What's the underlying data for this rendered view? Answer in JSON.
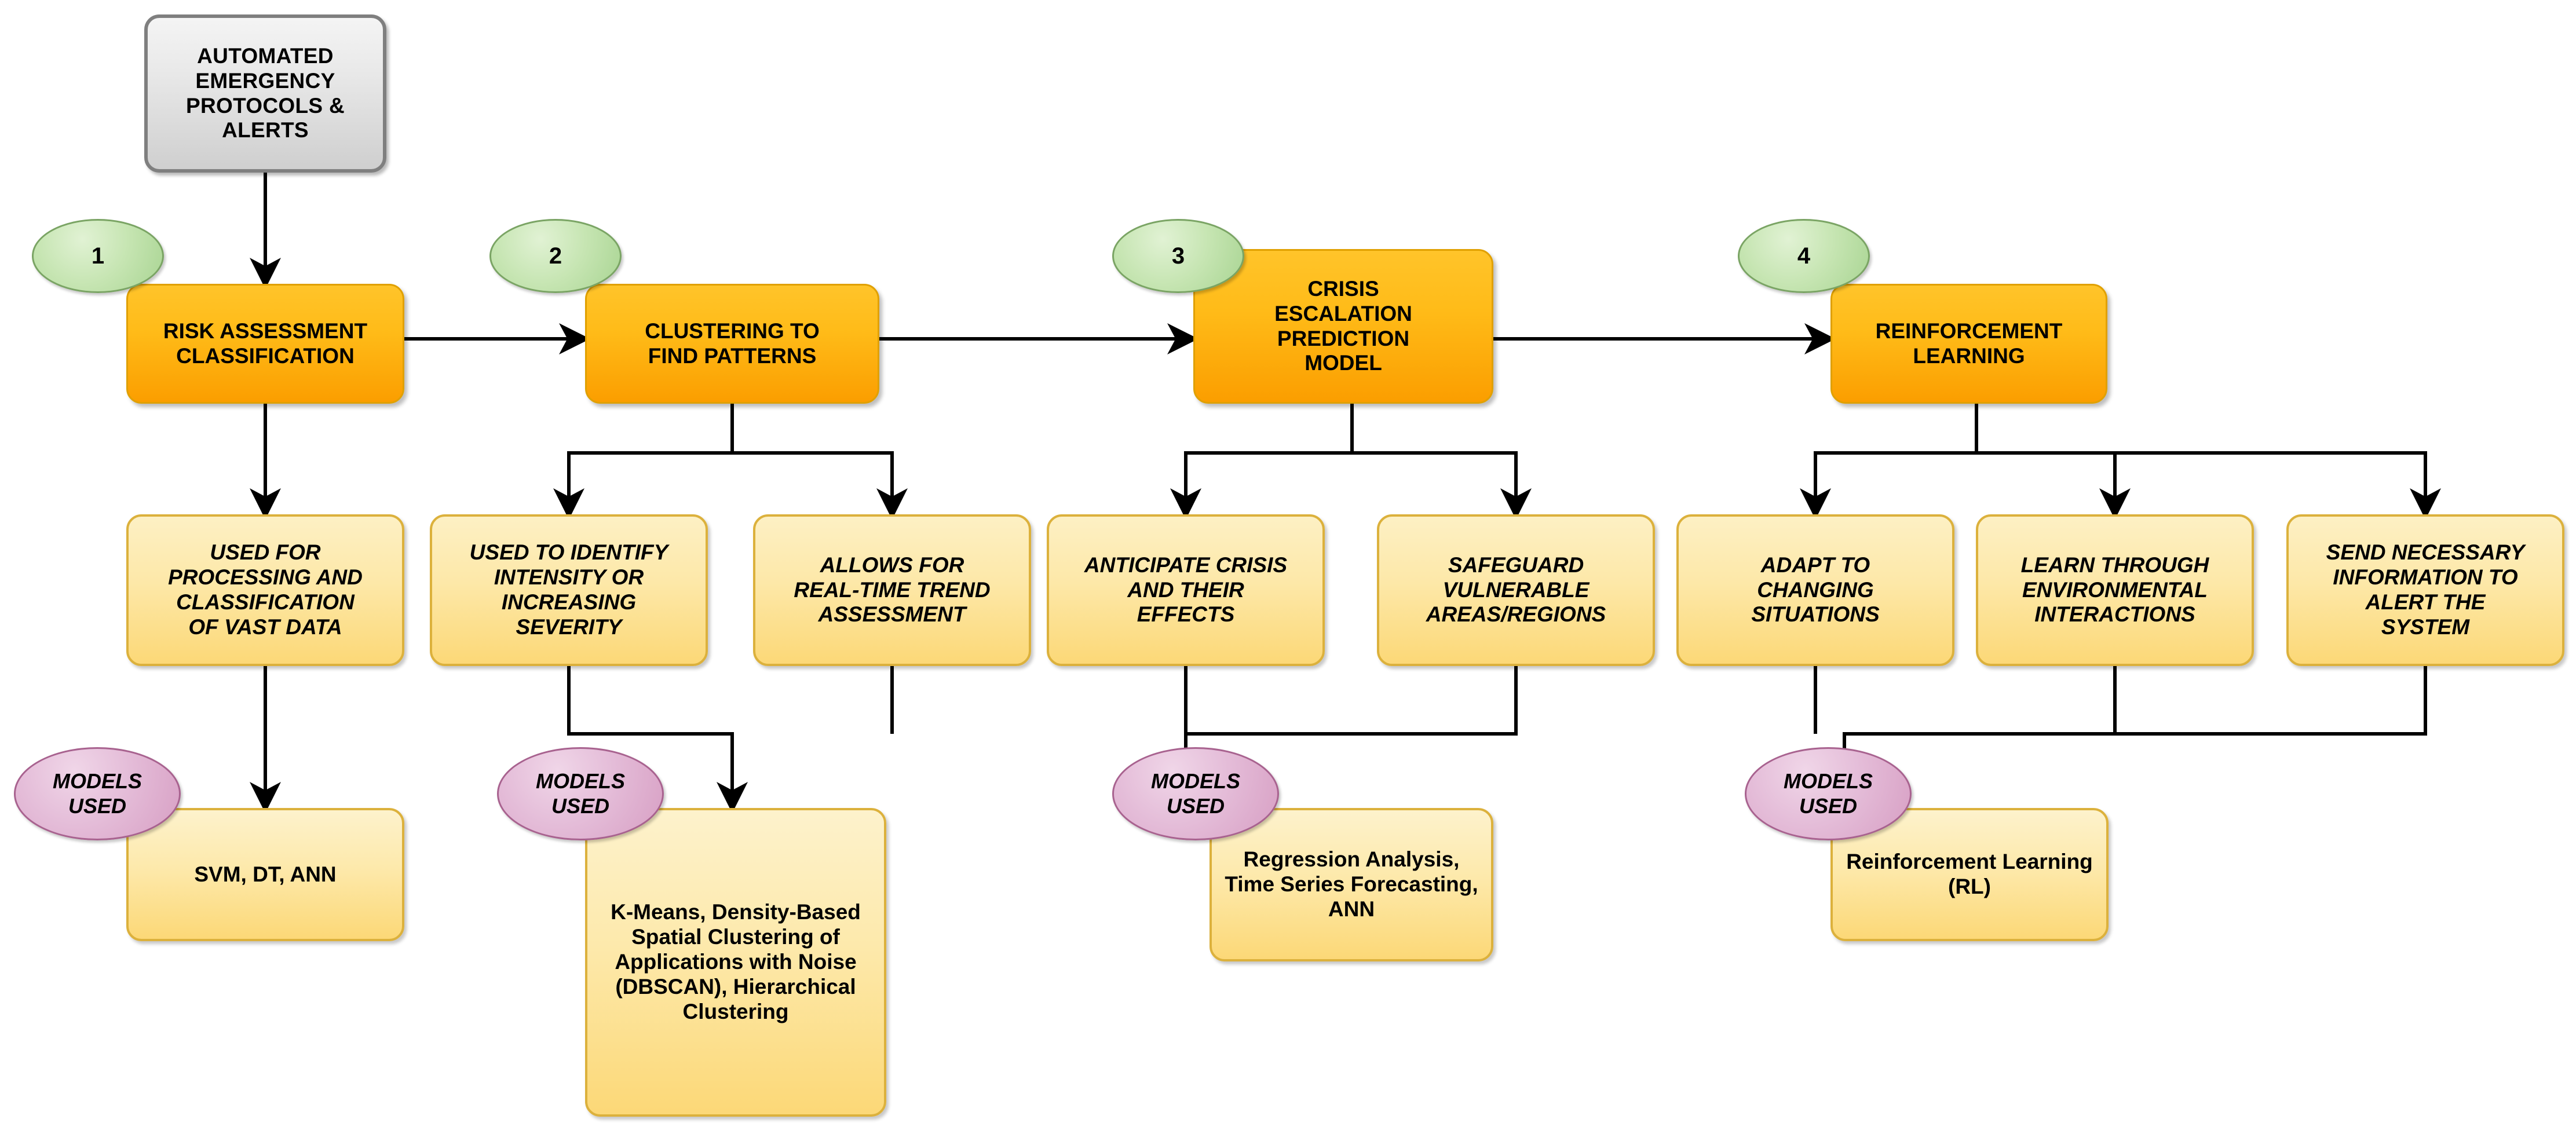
{
  "diagram": {
    "title": "Automated Emergency Protocols & Alerts AI Pipeline",
    "start_node": {
      "label": "AUTOMATED\nEMERGENCY\nPROTOCOLS &\nALERTS"
    },
    "step_badges": [
      "1",
      "2",
      "3",
      "4"
    ],
    "models_badge_label": "MODELS\nUSED",
    "stages": [
      {
        "number": "1",
        "label": "RISK ASSESSMENT\nCLASSIFICATION",
        "descriptions": [
          "USED FOR\nPROCESSING AND\nCLASSIFICATION\nOF VAST DATA"
        ],
        "models": "SVM, DT, ANN"
      },
      {
        "number": "2",
        "label": "CLUSTERING TO\nFIND PATTERNS",
        "descriptions": [
          "USED TO IDENTIFY\nINTENSITY OR\nINCREASING\nSEVERITY",
          "ALLOWS FOR\nREAL-TIME TREND\nASSESSMENT"
        ],
        "models": "K-Means, Density-Based Spatial Clustering of Applications with Noise (DBSCAN), Hierarchical Clustering"
      },
      {
        "number": "3",
        "label": "CRISIS\nESCALATION\nPREDICTION\nMODEL",
        "descriptions": [
          "ANTICIPATE CRISIS\nAND THEIR\nEFFECTS",
          "SAFEGUARD\nVULNERABLE\nAREAS/REGIONS"
        ],
        "models": "Regression Analysis, Time Series Forecasting, ANN"
      },
      {
        "number": "4",
        "label": "REINFORCEMENT\nLEARNING",
        "descriptions": [
          "ADAPT TO\nCHANGING\nSITUATIONS",
          "LEARN THROUGH\nENVIRONMENTAL\nINTERACTIONS",
          "SEND NECESSARY\nINFORMATION TO\nALERT THE\nSYSTEM"
        ],
        "models": "Reinforcement Learning (RL)"
      }
    ],
    "colors": {
      "start_fill": "#dcdcdc",
      "start_border": "#7f7f7f",
      "stage_fill": "#ffb81c",
      "stage_border": "#e0a000",
      "desc_fill": "#fde8a8",
      "desc_border": "#dcb13c",
      "step_badge_fill": "#b9dea3",
      "step_badge_border": "#7aa464",
      "models_badge_fill": "#e0b4d3",
      "models_badge_border": "#a8628f",
      "connector": "#000000"
    }
  }
}
